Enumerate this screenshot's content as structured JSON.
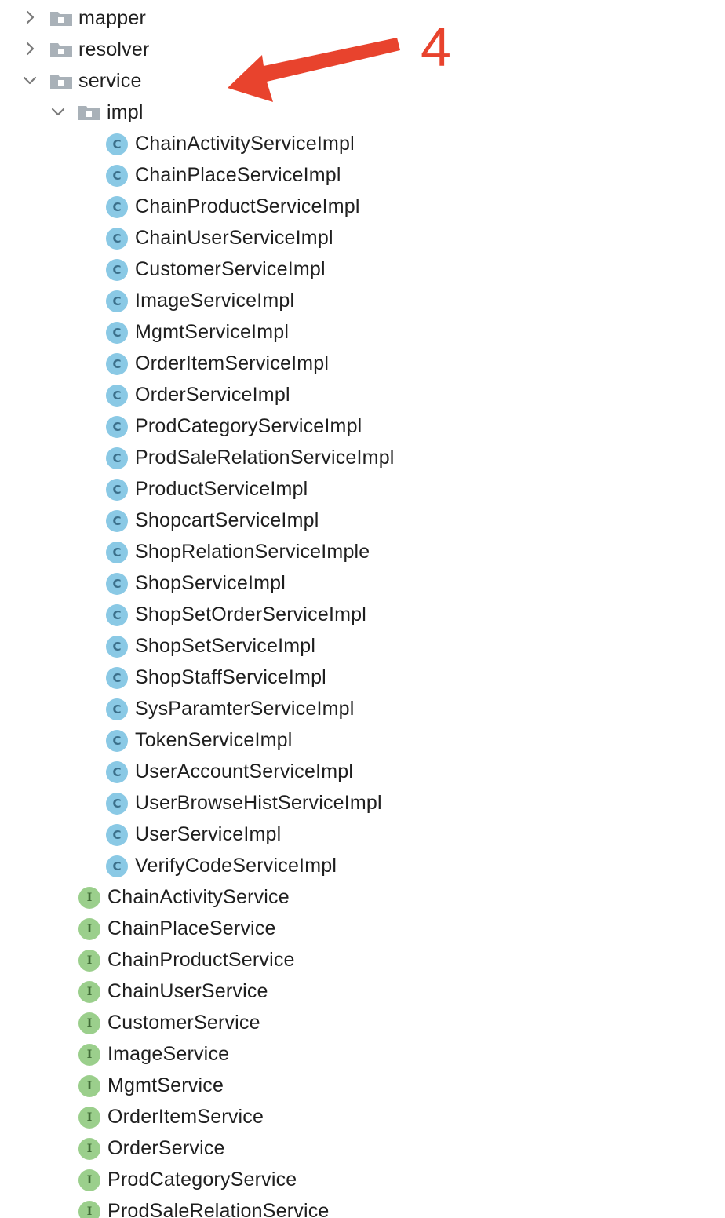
{
  "tree": {
    "rows": [
      {
        "type": "folder",
        "label": "mapper",
        "expanded": false
      },
      {
        "type": "folder",
        "label": "resolver",
        "expanded": false
      },
      {
        "type": "folder",
        "label": "service",
        "expanded": true
      },
      {
        "type": "folder",
        "label": "impl",
        "expanded": true,
        "depth": 1
      },
      {
        "type": "class",
        "label": "ChainActivityServiceImpl"
      },
      {
        "type": "class",
        "label": "ChainPlaceServiceImpl"
      },
      {
        "type": "class",
        "label": "ChainProductServiceImpl"
      },
      {
        "type": "class",
        "label": "ChainUserServiceImpl"
      },
      {
        "type": "class",
        "label": "CustomerServiceImpl"
      },
      {
        "type": "class",
        "label": "ImageServiceImpl"
      },
      {
        "type": "class",
        "label": "MgmtServiceImpl"
      },
      {
        "type": "class",
        "label": "OrderItemServiceImpl"
      },
      {
        "type": "class",
        "label": "OrderServiceImpl"
      },
      {
        "type": "class",
        "label": "ProdCategoryServiceImpl"
      },
      {
        "type": "class",
        "label": "ProdSaleRelationServiceImpl"
      },
      {
        "type": "class",
        "label": "ProductServiceImpl"
      },
      {
        "type": "class",
        "label": "ShopcartServiceImpl"
      },
      {
        "type": "class",
        "label": "ShopRelationServiceImple"
      },
      {
        "type": "class",
        "label": "ShopServiceImpl"
      },
      {
        "type": "class",
        "label": "ShopSetOrderServiceImpl"
      },
      {
        "type": "class",
        "label": "ShopSetServiceImpl"
      },
      {
        "type": "class",
        "label": "ShopStaffServiceImpl"
      },
      {
        "type": "class",
        "label": "SysParamterServiceImpl"
      },
      {
        "type": "class",
        "label": "TokenServiceImpl"
      },
      {
        "type": "class",
        "label": "UserAccountServiceImpl"
      },
      {
        "type": "class",
        "label": "UserBrowseHistServiceImpl"
      },
      {
        "type": "class",
        "label": "UserServiceImpl"
      },
      {
        "type": "class",
        "label": "VerifyCodeServiceImpl"
      },
      {
        "type": "interface",
        "label": "ChainActivityService"
      },
      {
        "type": "interface",
        "label": "ChainPlaceService"
      },
      {
        "type": "interface",
        "label": "ChainProductService"
      },
      {
        "type": "interface",
        "label": "ChainUserService"
      },
      {
        "type": "interface",
        "label": "CustomerService"
      },
      {
        "type": "interface",
        "label": "ImageService"
      },
      {
        "type": "interface",
        "label": "MgmtService"
      },
      {
        "type": "interface",
        "label": "OrderItemService"
      },
      {
        "type": "interface",
        "label": "OrderService"
      },
      {
        "type": "interface",
        "label": "ProdCategoryService"
      },
      {
        "type": "interface",
        "label": "ProdSaleRelationService"
      }
    ],
    "class_badge_letter": "C",
    "interface_badge_letter": "I",
    "icons": {
      "collapsed": "chevron-right-icon",
      "expanded": "chevron-down-icon",
      "folder": "package-folder-icon",
      "class": "class-icon",
      "interface": "interface-icon"
    }
  },
  "annotation": {
    "number": "4",
    "color": "#e8432d"
  },
  "colors": {
    "class_badge": "#8ac9e5",
    "interface_badge": "#9bcf8c",
    "folder": "#a9b1b8"
  }
}
